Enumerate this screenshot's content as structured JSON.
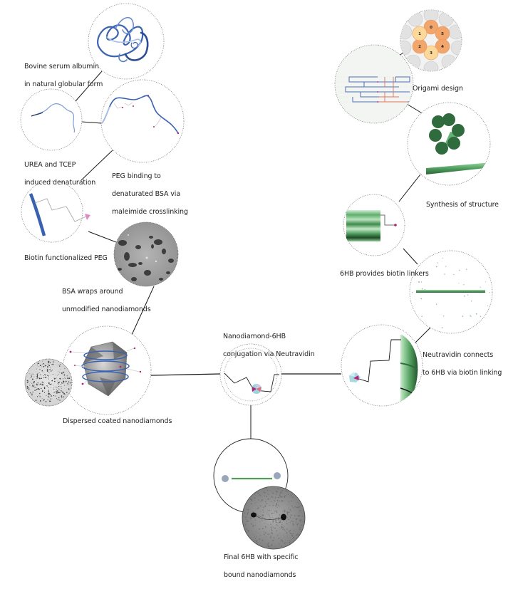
{
  "diagram": {
    "title": "",
    "stages": [
      {
        "id": "bsa-native",
        "label": [
          "Bovine serum albumin",
          "in natural globular form"
        ]
      },
      {
        "id": "urea-tcep",
        "label": [
          "UREA and TCEP",
          "induced denaturation"
        ]
      },
      {
        "id": "peg-binding",
        "label": [
          "PEG binding to",
          "denaturated BSA via",
          "maleimide crosslinking"
        ]
      },
      {
        "id": "biotin-peg",
        "label": [
          "Biotin functionalized PEG"
        ]
      },
      {
        "id": "bsa-wraps",
        "label": [
          "BSA wraps around",
          "unmodified nanodiamonds"
        ]
      },
      {
        "id": "dispersed",
        "label": [
          "Dispersed coated nanodiamonds"
        ]
      },
      {
        "id": "conjugation",
        "label": [
          "Nanodiamond-6HB",
          "conjugation via Neutravidin"
        ]
      },
      {
        "id": "final",
        "label": [
          "Final 6HB with specific",
          "bound nanodiamonds"
        ]
      },
      {
        "id": "origami",
        "label": [
          "Origami design"
        ]
      },
      {
        "id": "synthesis",
        "label": [
          "Synthesis of structure"
        ]
      },
      {
        "id": "biotin-linkers",
        "label": [
          "6HB provides biotin linkers"
        ]
      },
      {
        "id": "neutravidin",
        "label": [
          "Neutravidin connects",
          "to 6HB via biotin linking"
        ]
      }
    ],
    "origami_helix_numbers": [
      "0",
      "5",
      "4",
      "3",
      "2",
      "1"
    ],
    "colors": {
      "protein_blue": "#3a62b0",
      "protein_light": "#a9c1e6",
      "dna_green": "#4f9e5e",
      "dna_dark": "#2f6b3c",
      "helix_orange": "#f2a66b",
      "helix_yellow": "#fcd99a",
      "biotin_magenta": "#b0237a",
      "tem_gray": "#9a9a9a"
    }
  }
}
